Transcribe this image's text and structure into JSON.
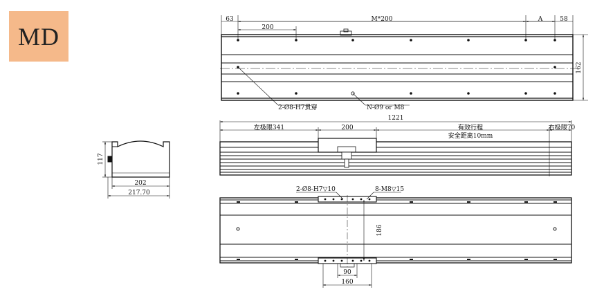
{
  "badge": {
    "label": "MD",
    "color": "#f5b98a"
  },
  "top_view": {
    "dim_left": "63",
    "dim_pitch": "200",
    "dim_total": "M*200",
    "dim_a": "A",
    "dim_right": "58",
    "dim_height": "162",
    "callout_holes": "2-Ø8-H7贯穿",
    "callout_threads": "N-Ø9 or M8"
  },
  "side_view": {
    "dim_overall": "1221",
    "dim_left_limit": "左极限341",
    "dim_carriage": "200",
    "dim_stroke": "有效行程",
    "dim_safety": "安全距离10mm",
    "dim_right_limit": "右极限70"
  },
  "bottom_view": {
    "callout_pins": "2-Ø8-H7▽10",
    "callout_threads": "8-M8▽15",
    "dim_width": "186",
    "dim_inner": "90",
    "dim_outer": "160"
  },
  "section_view": {
    "dim_height": "117",
    "dim_width": "202",
    "dim_overall": "217.70"
  }
}
